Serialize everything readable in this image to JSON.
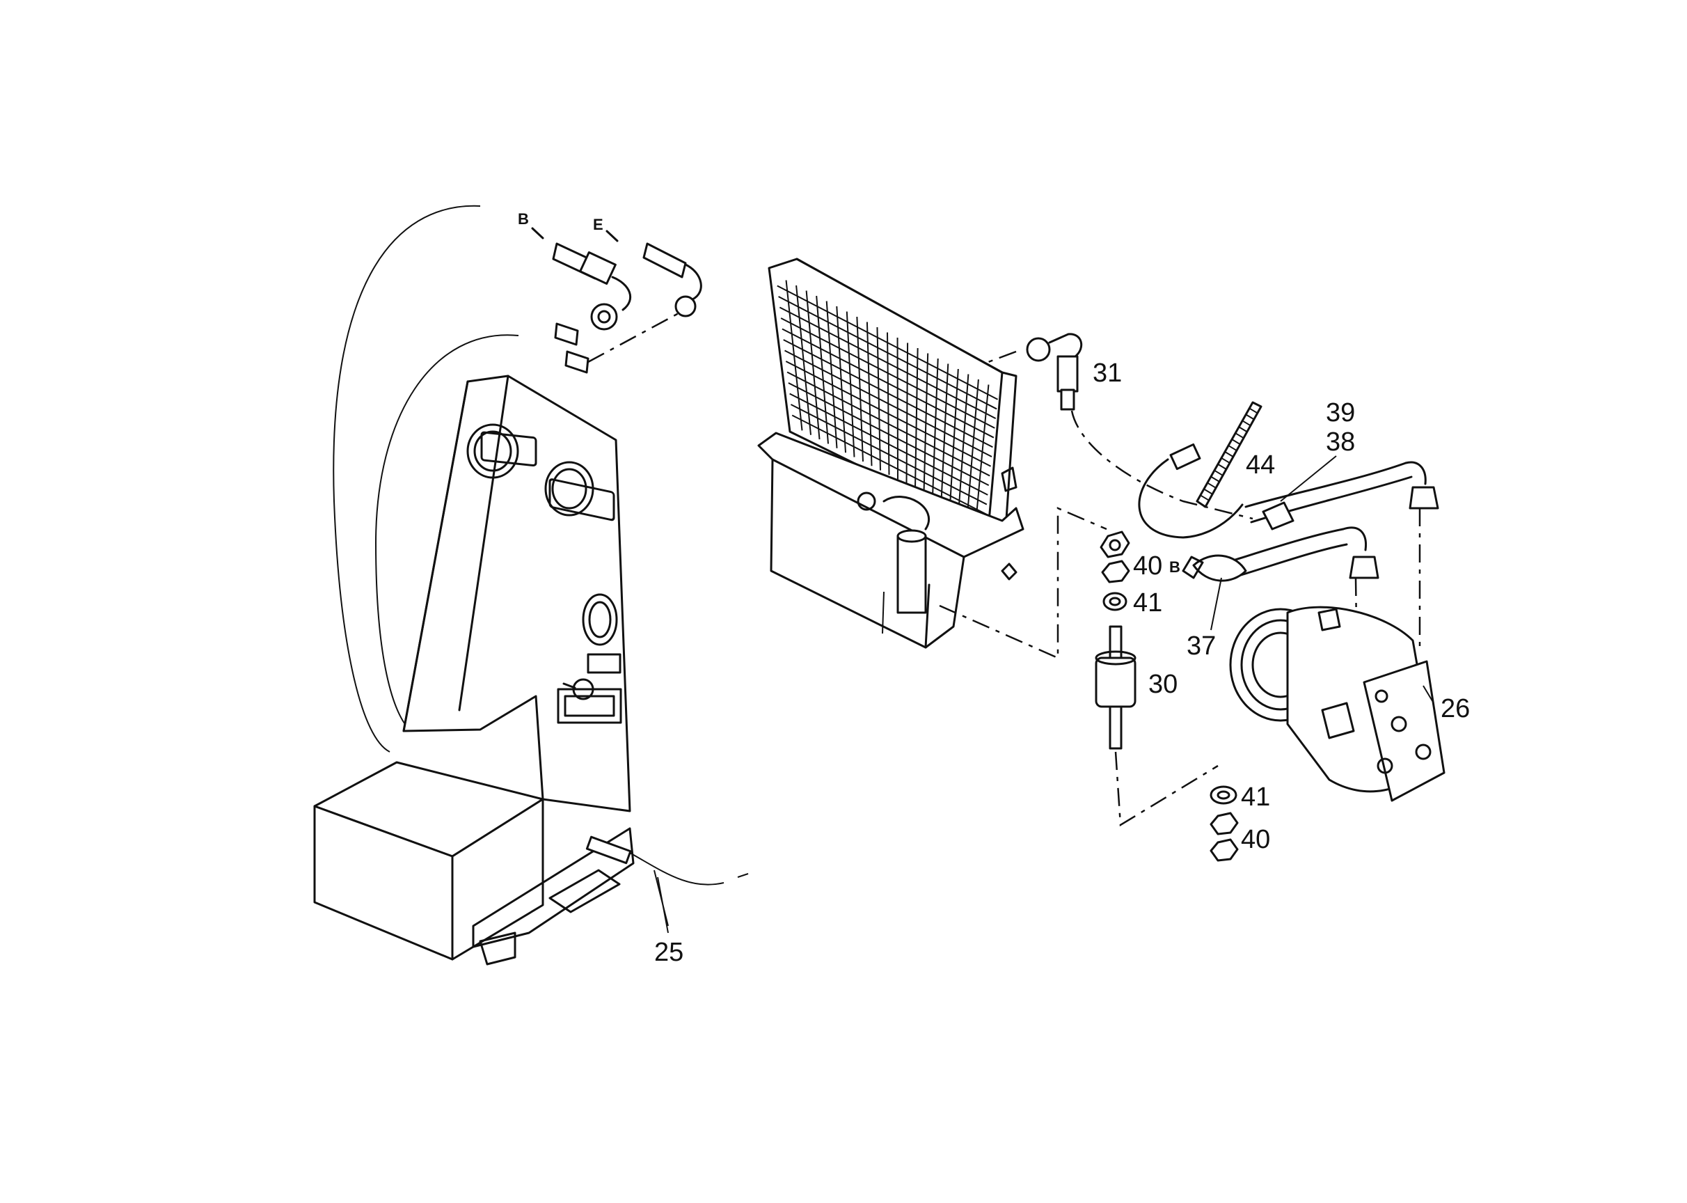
{
  "callouts": {
    "c25": "25",
    "c26": "26",
    "c30": "30",
    "c31": "31",
    "c37": "37",
    "c38": "38",
    "c39": "39",
    "c40a": "40",
    "c40b": "40",
    "c41a": "41",
    "c41b": "41",
    "c44": "44"
  },
  "connection_markers": {
    "b_left": "B",
    "e_left": "E",
    "b_right": "B"
  },
  "colors": {
    "ink": "#111111",
    "paper": "#ffffff"
  }
}
